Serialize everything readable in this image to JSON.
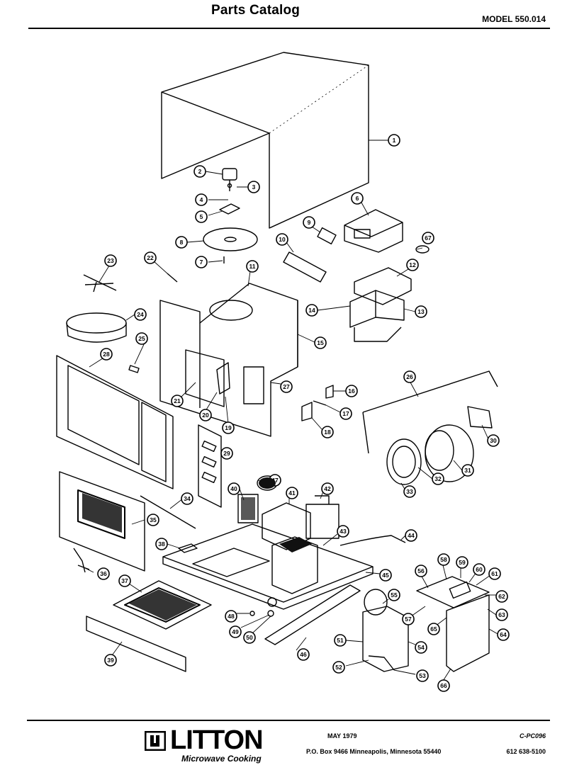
{
  "header": {
    "title": "Parts Catalog",
    "model": "MODEL 550.014"
  },
  "callouts": [
    {
      "num": "1"
    },
    {
      "num": "2"
    },
    {
      "num": "3"
    },
    {
      "num": "4"
    },
    {
      "num": "5"
    },
    {
      "num": "6"
    },
    {
      "num": "7"
    },
    {
      "num": "8"
    },
    {
      "num": "9"
    },
    {
      "num": "10"
    },
    {
      "num": "11"
    },
    {
      "num": "12"
    },
    {
      "num": "13"
    },
    {
      "num": "14"
    },
    {
      "num": "15"
    },
    {
      "num": "16"
    },
    {
      "num": "17"
    },
    {
      "num": "18"
    },
    {
      "num": "19"
    },
    {
      "num": "20"
    },
    {
      "num": "21"
    },
    {
      "num": "22"
    },
    {
      "num": "23"
    },
    {
      "num": "24"
    },
    {
      "num": "25"
    },
    {
      "num": "26"
    },
    {
      "num": "27"
    },
    {
      "num": "28"
    },
    {
      "num": "29"
    },
    {
      "num": "30"
    },
    {
      "num": "31"
    },
    {
      "num": "32"
    },
    {
      "num": "33"
    },
    {
      "num": "34"
    },
    {
      "num": "35"
    },
    {
      "num": "36"
    },
    {
      "num": "37"
    },
    {
      "num": "38"
    },
    {
      "num": "39"
    },
    {
      "num": "40"
    },
    {
      "num": "41"
    },
    {
      "num": "42"
    },
    {
      "num": "43"
    },
    {
      "num": "44"
    },
    {
      "num": "45"
    },
    {
      "num": "46"
    },
    {
      "num": "47"
    },
    {
      "num": "48"
    },
    {
      "num": "49"
    },
    {
      "num": "50"
    },
    {
      "num": "51"
    },
    {
      "num": "52"
    },
    {
      "num": "53"
    },
    {
      "num": "54"
    },
    {
      "num": "55"
    },
    {
      "num": "56"
    },
    {
      "num": "57"
    },
    {
      "num": "58"
    },
    {
      "num": "59"
    },
    {
      "num": "60"
    },
    {
      "num": "61"
    },
    {
      "num": "62"
    },
    {
      "num": "63"
    },
    {
      "num": "64"
    },
    {
      "num": "65"
    },
    {
      "num": "66"
    },
    {
      "num": "67"
    }
  ],
  "footer": {
    "brand": "LITTON",
    "brand_sub": "Microwave Cooking",
    "date": "MAY 1979",
    "code": "C-PC096",
    "address": "P.O. Box 9466   Minneapolis, Minnesota 55440",
    "phone": "612  638-5100"
  }
}
